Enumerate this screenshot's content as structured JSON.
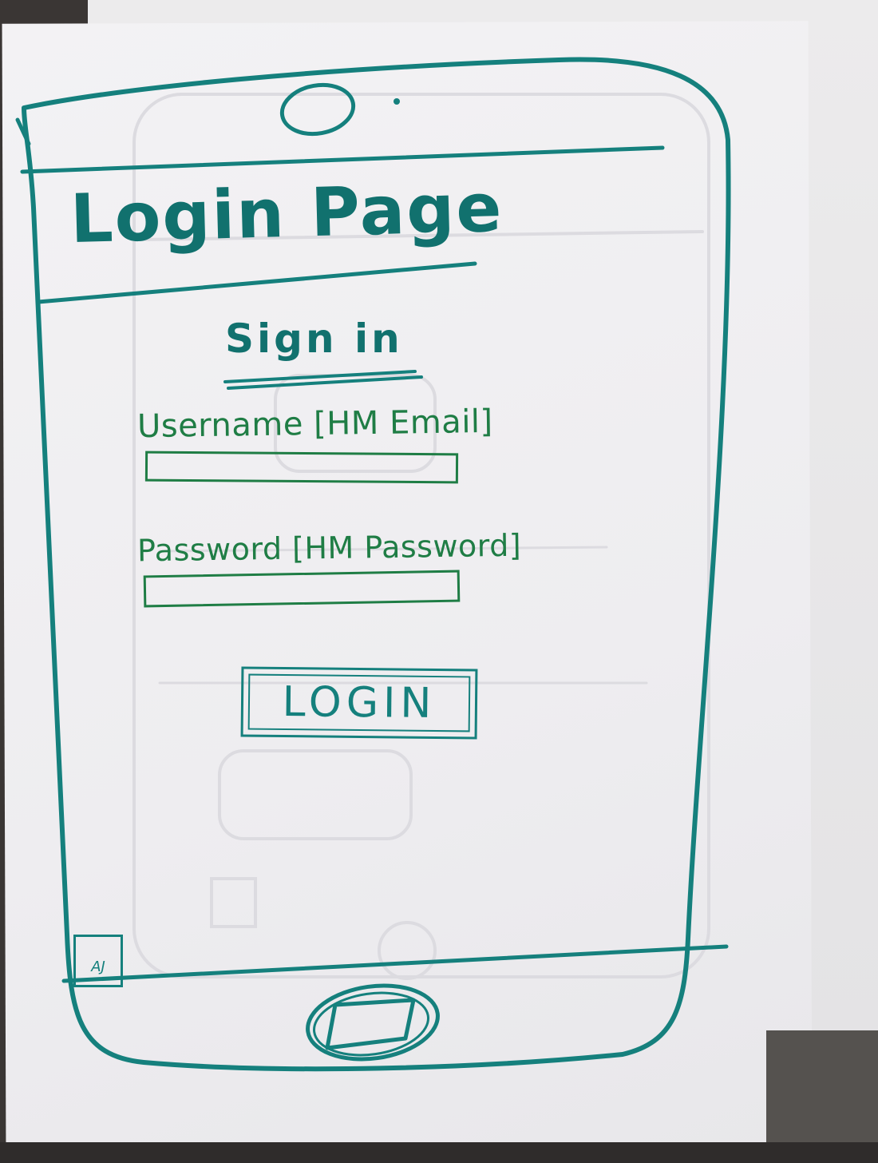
{
  "screen": {
    "header_title": "Login Page",
    "heading": "Sign in",
    "username": {
      "label": "Username [HM Email]",
      "value": "",
      "placeholder": ""
    },
    "password": {
      "label": "Password [HM Password]",
      "value": "",
      "placeholder": ""
    },
    "login_label": "LOGIN"
  },
  "initials": "AJ",
  "colors": {
    "ink_teal": "#15807d",
    "ink_green": "#1f7d45",
    "paper": "#f1f0f3"
  }
}
